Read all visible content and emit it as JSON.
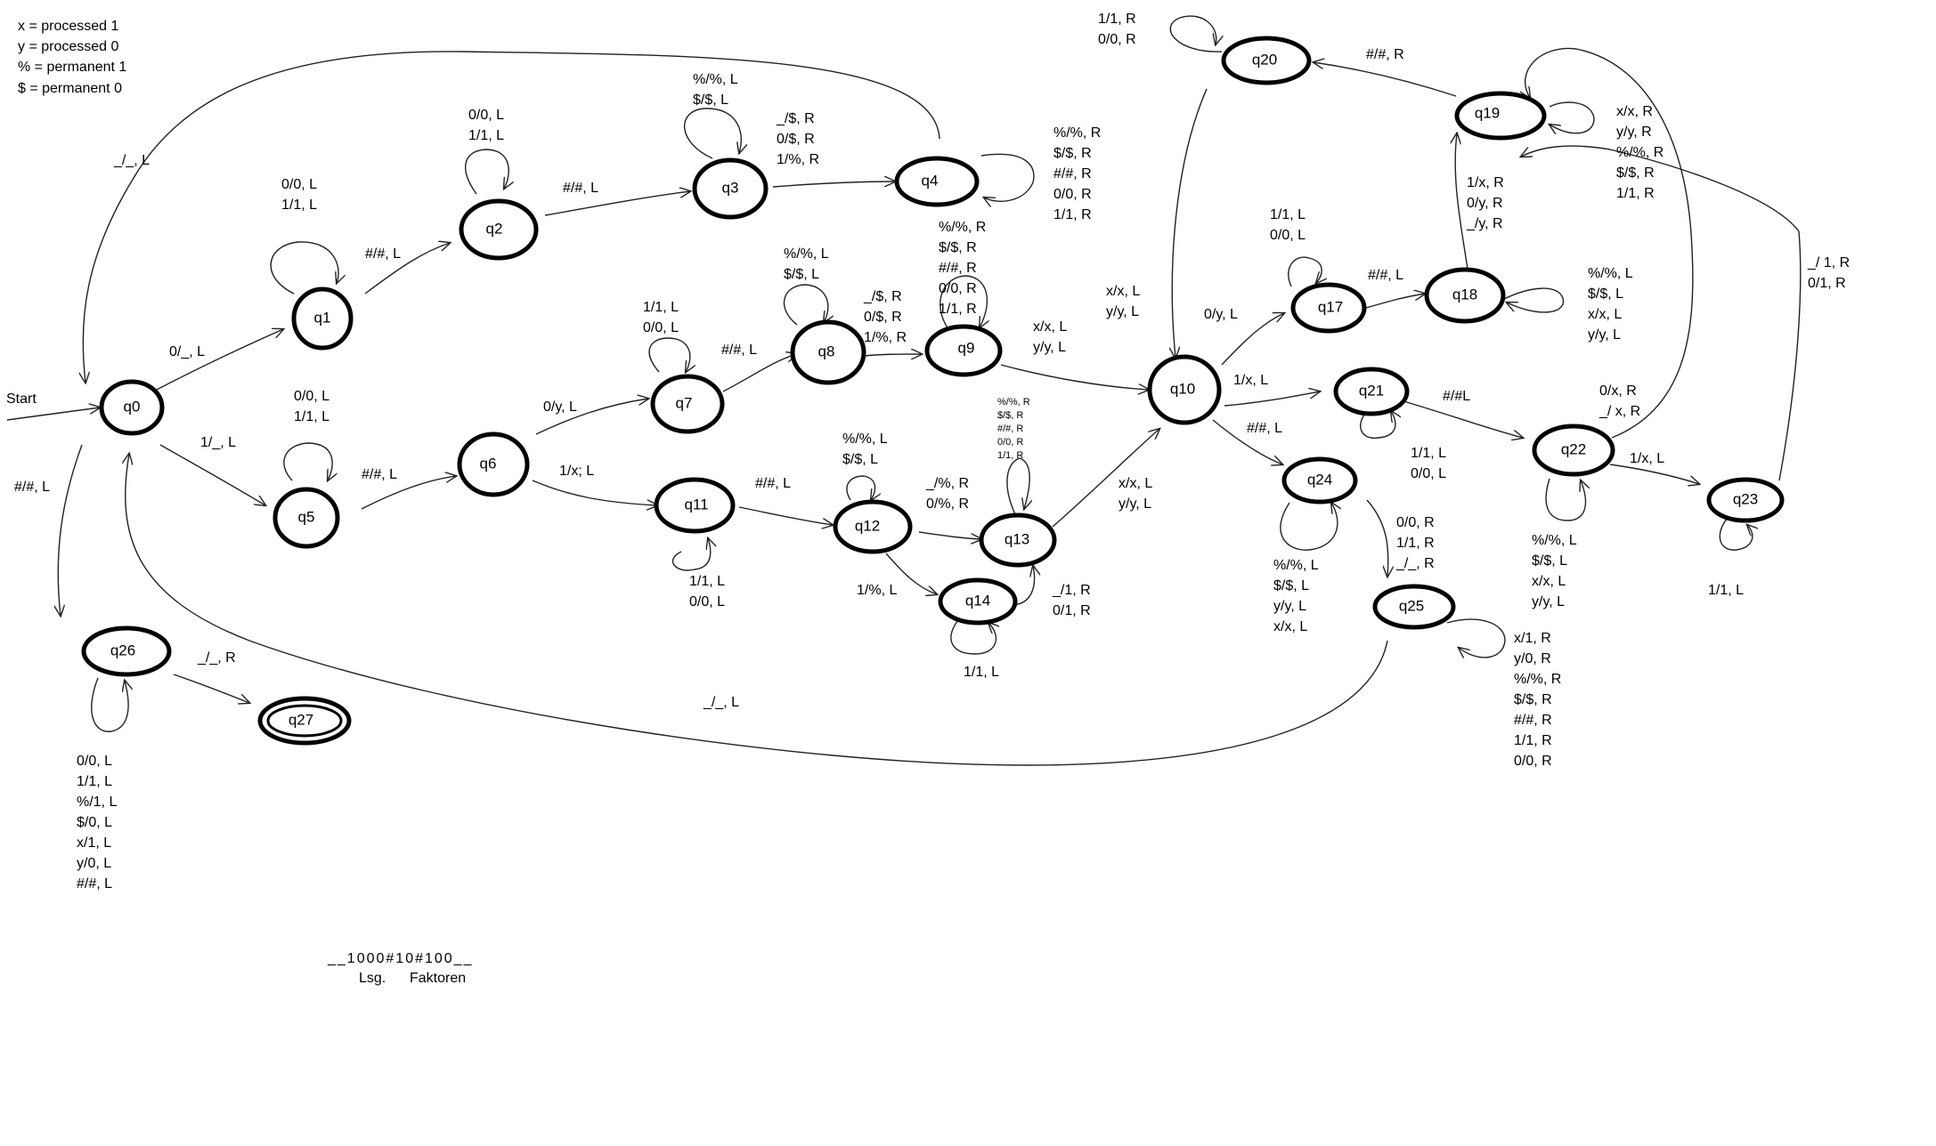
{
  "legend": [
    "x = processed 1",
    "y = processed 0",
    "% = permanent 1",
    "$ = permanent 0"
  ],
  "start_label": "Start",
  "tape": {
    "content": "__1000#10#100__",
    "label_left": "Lsg.",
    "label_right": "Faktoren"
  },
  "states": [
    {
      "id": "q0",
      "label": "q0",
      "final": false
    },
    {
      "id": "q1",
      "label": "q1",
      "final": false
    },
    {
      "id": "q2",
      "label": "q2",
      "final": false
    },
    {
      "id": "q3",
      "label": "q3",
      "final": false
    },
    {
      "id": "q4",
      "label": "q4",
      "final": false
    },
    {
      "id": "q5",
      "label": "q5",
      "final": false
    },
    {
      "id": "q6",
      "label": "q6",
      "final": false
    },
    {
      "id": "q7",
      "label": "q7",
      "final": false
    },
    {
      "id": "q8",
      "label": "q8",
      "final": false
    },
    {
      "id": "q9",
      "label": "q9",
      "final": false
    },
    {
      "id": "q10",
      "label": "q10",
      "final": false
    },
    {
      "id": "q11",
      "label": "q11",
      "final": false
    },
    {
      "id": "q12",
      "label": "q12",
      "final": false
    },
    {
      "id": "q13",
      "label": "q13",
      "final": false
    },
    {
      "id": "q14",
      "label": "q14",
      "final": false
    },
    {
      "id": "q17",
      "label": "q17",
      "final": false
    },
    {
      "id": "q18",
      "label": "q18",
      "final": false
    },
    {
      "id": "q19",
      "label": "q19",
      "final": false
    },
    {
      "id": "q20",
      "label": "q20",
      "final": false
    },
    {
      "id": "q21",
      "label": "q21",
      "final": false
    },
    {
      "id": "q22",
      "label": "q22",
      "final": false
    },
    {
      "id": "q23",
      "label": "q23",
      "final": false
    },
    {
      "id": "q24",
      "label": "q24",
      "final": false
    },
    {
      "id": "q25",
      "label": "q25",
      "final": false
    },
    {
      "id": "q26",
      "label": "q26",
      "final": false
    },
    {
      "id": "q27",
      "label": "q27",
      "final": true
    }
  ],
  "transition_labels": [
    {
      "id": "q0-q1",
      "lines": [
        "0/_, L"
      ]
    },
    {
      "id": "q0-q5",
      "lines": [
        "1/_, L"
      ]
    },
    {
      "id": "q0-q26",
      "lines": [
        "#/#, L"
      ]
    },
    {
      "id": "q4-q0",
      "lines": [
        "_/_, L"
      ]
    },
    {
      "id": "q1-self",
      "lines": [
        "0/0, L",
        "1/1, L"
      ]
    },
    {
      "id": "q1-q2",
      "lines": [
        "#/#, L"
      ]
    },
    {
      "id": "q2-self",
      "lines": [
        "0/0, L",
        "1/1, L"
      ]
    },
    {
      "id": "q2-q3",
      "lines": [
        "#/#, L"
      ]
    },
    {
      "id": "q3-self",
      "lines": [
        "%/%, L",
        "$/$, L"
      ]
    },
    {
      "id": "q3-q4",
      "lines": [
        "_/$, R",
        "0/$, R",
        "1/%, R"
      ]
    },
    {
      "id": "q4-self",
      "lines": [
        "%/%, R",
        "$/$, R",
        "#/#, R",
        "0/0, R",
        "1/1, R"
      ]
    },
    {
      "id": "q5-self",
      "lines": [
        "0/0, L",
        "1/1, L"
      ]
    },
    {
      "id": "q5-q6",
      "lines": [
        "#/#, L"
      ]
    },
    {
      "id": "q6-q7",
      "lines": [
        "0/y, L"
      ]
    },
    {
      "id": "q6-q11",
      "lines": [
        "1/x; L"
      ]
    },
    {
      "id": "q7-self",
      "lines": [
        "1/1, L",
        "0/0, L"
      ]
    },
    {
      "id": "q7-q8",
      "lines": [
        "#/#, L"
      ]
    },
    {
      "id": "q8-self",
      "lines": [
        "%/%, L",
        "$/$, L"
      ]
    },
    {
      "id": "q8-q9",
      "lines": [
        "_/$, R",
        "0/$, R",
        "1/%, R"
      ]
    },
    {
      "id": "q9-self",
      "lines": [
        "%/%, R",
        "$/$, R",
        "#/#, R",
        "0/0, R",
        "1/1, R"
      ]
    },
    {
      "id": "q9-q10",
      "lines": [
        "x/x, L",
        "y/y, L"
      ]
    },
    {
      "id": "q11-self",
      "lines": [
        "1/1, L",
        "0/0, L"
      ]
    },
    {
      "id": "q11-q12",
      "lines": [
        "#/#, L"
      ]
    },
    {
      "id": "q12-self",
      "lines": [
        "%/%, L",
        "$/$, L"
      ]
    },
    {
      "id": "q12-q13",
      "lines": [
        "_/%, R",
        "0/%, R"
      ]
    },
    {
      "id": "q12-q14",
      "lines": [
        "1/%, L"
      ]
    },
    {
      "id": "q13-self",
      "lines": [
        "%/%, R",
        "$/$, R",
        "#/#, R",
        "0/0, R",
        "1/1, R"
      ]
    },
    {
      "id": "q13-q10",
      "lines": [
        "x/x, L",
        "y/y, L"
      ]
    },
    {
      "id": "q14-q13",
      "lines": [
        "_/1, R",
        "0/1, R"
      ]
    },
    {
      "id": "q14-self",
      "lines": [
        "1/1, L"
      ]
    },
    {
      "id": "q10-q17",
      "lines": [
        "0/y, L"
      ]
    },
    {
      "id": "q10-q21",
      "lines": [
        "1/x, L"
      ]
    },
    {
      "id": "q10-q24",
      "lines": [
        "#/#, L"
      ]
    },
    {
      "id": "q20-q10",
      "lines": [
        "x/x, L",
        "y/y, L"
      ]
    },
    {
      "id": "q17-self",
      "lines": [
        "1/1, L",
        "0/0, L"
      ]
    },
    {
      "id": "q17-q18",
      "lines": [
        "#/#, L"
      ]
    },
    {
      "id": "q18-self",
      "lines": [
        "%/%, L",
        "$/$, L",
        "x/x, L",
        "y/y, L"
      ]
    },
    {
      "id": "q18-q19",
      "lines": [
        "1/x, R",
        "0/y, R",
        "_/y, R"
      ]
    },
    {
      "id": "q19-self",
      "lines": [
        "x/x, R",
        "y/y, R",
        "%/%, R",
        "$/$, R",
        "1/1, R"
      ]
    },
    {
      "id": "q19-q20",
      "lines": [
        "#/#, R"
      ]
    },
    {
      "id": "q20-self",
      "lines": [
        "1/1, R",
        "0/0, R"
      ]
    },
    {
      "id": "q21-self",
      "lines": [
        "1/1, L",
        "0/0, L"
      ]
    },
    {
      "id": "q21-q22",
      "lines": [
        "#/#L"
      ]
    },
    {
      "id": "q22-self",
      "lines": [
        "%/%, L",
        "$/$, L",
        "x/x, L",
        "y/y, L"
      ]
    },
    {
      "id": "q22-q19",
      "lines": [
        "0/x, R",
        "_/ x, R"
      ]
    },
    {
      "id": "q22-q23",
      "lines": [
        "1/x, L"
      ]
    },
    {
      "id": "q23-self",
      "lines": [
        "1/1, L"
      ]
    },
    {
      "id": "q23-q19",
      "lines": [
        "_/ 1, R",
        "0/1, R"
      ]
    },
    {
      "id": "q24-self",
      "lines": [
        "%/%, L",
        "$/$, L",
        "y/y, L",
        "x/x, L"
      ]
    },
    {
      "id": "q24-q25",
      "lines": [
        "0/0, R",
        "1/1, R",
        "_/_, R"
      ]
    },
    {
      "id": "q25-self",
      "lines": [
        "x/1, R",
        "y/0, R",
        "%/%, R",
        "$/$, R",
        "#/#, R",
        "1/1, R",
        "0/0, R"
      ]
    },
    {
      "id": "q25-q0",
      "lines": [
        "_/_, L"
      ]
    },
    {
      "id": "q26-self",
      "lines": [
        "0/0, L",
        "1/1, L",
        "%/1, L",
        "$/0, L",
        "x/1, L",
        "y/0, L",
        "#/#, L"
      ]
    },
    {
      "id": "q26-q27",
      "lines": [
        "_/_, R"
      ]
    }
  ]
}
